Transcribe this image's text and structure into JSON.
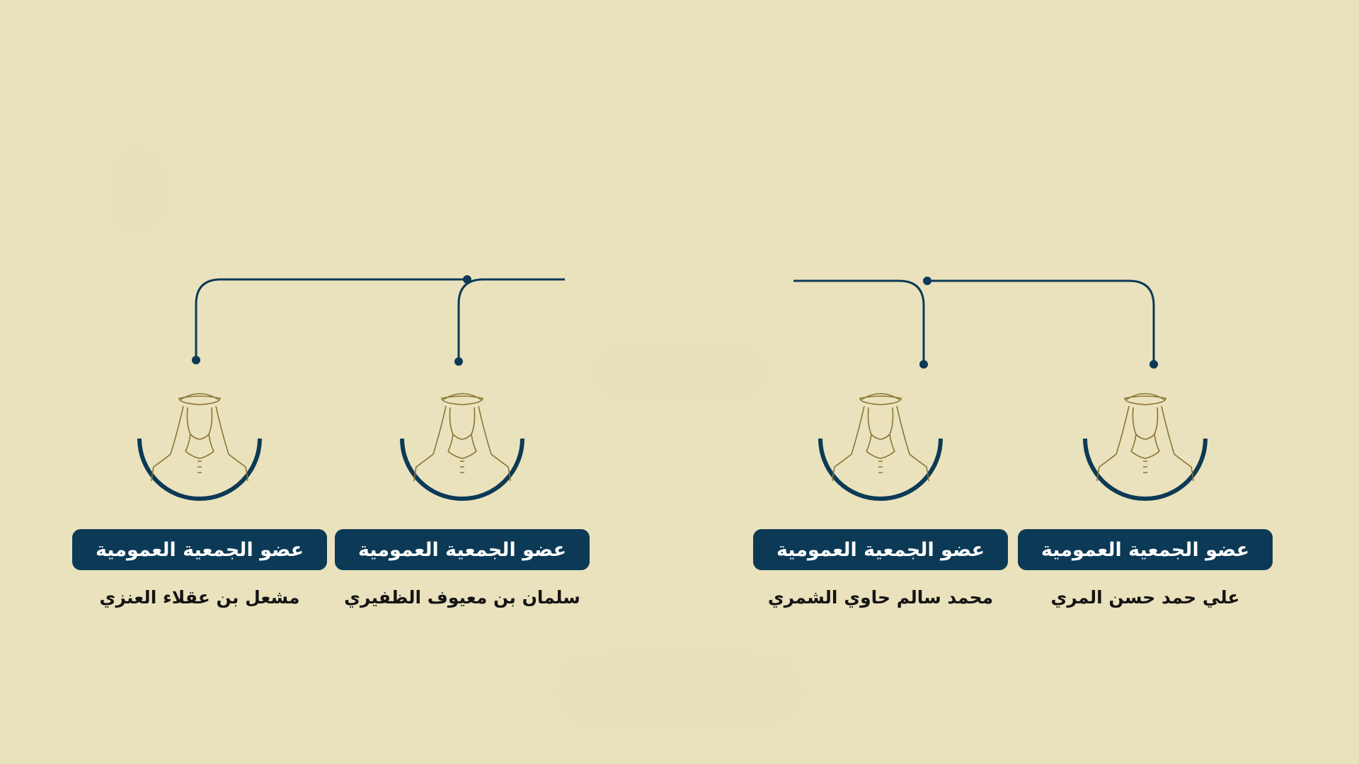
{
  "members": [
    {
      "role": "عضو الجمعية العمومية",
      "name": "مشعل بن عقلاء العنزي"
    },
    {
      "role": "عضو الجمعية العمومية",
      "name": "سلمان بن معيوف الظفيري"
    },
    {
      "role": "عضو الجمعية العمومية",
      "name": "محمد سالم حاوي الشمري"
    },
    {
      "role": "عضو الجمعية العمومية",
      "name": "علي حمد حسن المري"
    }
  ],
  "colors": {
    "background": "#eae2bd",
    "accent": "#0c3a56",
    "figure_stroke": "#8a7433",
    "name_text": "#141414"
  },
  "icons": [
    "person-ghutra-icon"
  ]
}
